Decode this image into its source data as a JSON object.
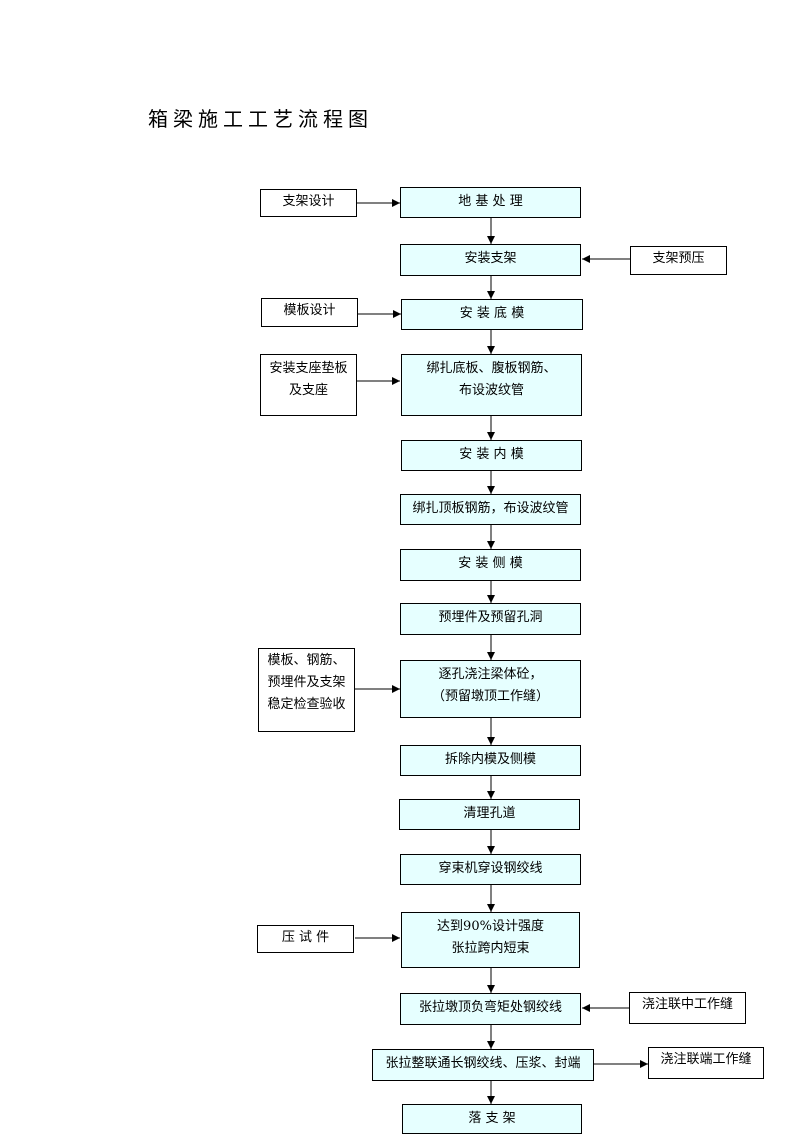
{
  "title": "箱梁施工工艺流程图",
  "main_steps": [
    {
      "id": "s1",
      "lines": [
        "地 基 处 理"
      ]
    },
    {
      "id": "s2",
      "lines": [
        "安装支架"
      ]
    },
    {
      "id": "s3",
      "lines": [
        "安 装 底 模"
      ]
    },
    {
      "id": "s4",
      "lines": [
        "绑扎底板、腹板钢筋、",
        "布设波纹管"
      ]
    },
    {
      "id": "s5",
      "lines": [
        "安 装 内 模"
      ]
    },
    {
      "id": "s6",
      "lines": [
        "绑扎顶板钢筋，布设波纹管"
      ]
    },
    {
      "id": "s7",
      "lines": [
        "安 装 侧 模"
      ]
    },
    {
      "id": "s8",
      "lines": [
        "预埋件及预留孔洞"
      ]
    },
    {
      "id": "s9",
      "lines": [
        "逐孔浇注梁体砼，",
        "（预留墩顶工作缝）"
      ]
    },
    {
      "id": "s10",
      "lines": [
        "拆除内模及侧模"
      ]
    },
    {
      "id": "s11",
      "lines": [
        "清理孔道"
      ]
    },
    {
      "id": "s12",
      "lines": [
        "穿束机穿设钢绞线"
      ]
    },
    {
      "id": "s13",
      "lines": [
        "达到90%设计强度",
        "张拉跨内短束"
      ]
    },
    {
      "id": "s14",
      "lines": [
        "张拉墩顶负弯矩处钢绞线"
      ]
    },
    {
      "id": "s15",
      "lines": [
        "张拉整联通长钢绞线、压浆、封端"
      ]
    },
    {
      "id": "s16",
      "lines": [
        "落 支 架"
      ]
    }
  ],
  "side_steps": [
    {
      "id": "a1",
      "lines": [
        "支架设计"
      ]
    },
    {
      "id": "a2",
      "lines": [
        "支架预压"
      ]
    },
    {
      "id": "a3",
      "lines": [
        "模板设计"
      ]
    },
    {
      "id": "a4",
      "lines": [
        "安装支座垫板",
        "及支座"
      ]
    },
    {
      "id": "a5",
      "lines": [
        "模板、钢筋、",
        "预埋件及支架",
        "稳定检查验收"
      ]
    },
    {
      "id": "a6",
      "lines": [
        "压 试 件"
      ]
    },
    {
      "id": "a7",
      "lines": [
        "浇注联中工作缝"
      ]
    },
    {
      "id": "a8",
      "lines": [
        "浇注联端工作缝"
      ]
    }
  ]
}
